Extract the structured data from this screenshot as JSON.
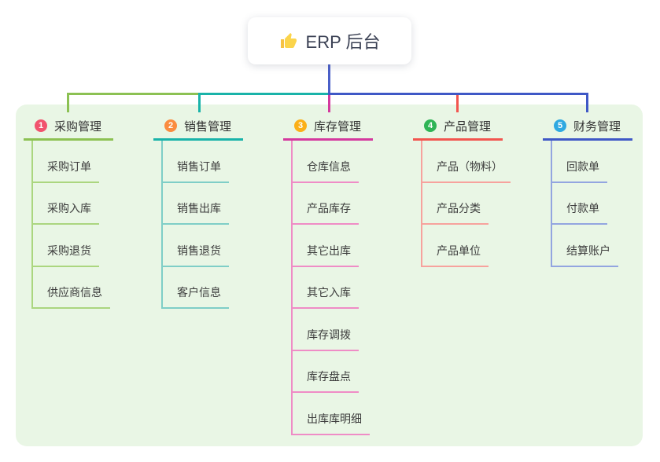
{
  "root": {
    "label": "ERP 后台",
    "icon": "thumbs-up-icon"
  },
  "canvas": {
    "background": "#e9f6e5"
  },
  "connector": {
    "root_stem_color": "#4a5fc8"
  },
  "branches": [
    {
      "number": "1",
      "label": "采购管理",
      "children": [
        "采购订单",
        "采购入库",
        "采购退货",
        "供应商信息"
      ],
      "colors": {
        "badge": "#f1536e",
        "main": "#8cc153",
        "light": "#abd67f"
      }
    },
    {
      "number": "2",
      "label": "销售管理",
      "children": [
        "销售订单",
        "销售出库",
        "销售退货",
        "客户信息"
      ],
      "colors": {
        "badge": "#fa8c40",
        "main": "#19b3a9",
        "light": "#7fcec7"
      }
    },
    {
      "number": "3",
      "label": "库存管理",
      "children": [
        "仓库信息",
        "产品库存",
        "其它出库",
        "其它入库",
        "库存调拨",
        "库存盘点",
        "出库库明细"
      ],
      "colors": {
        "badge": "#fbaf18",
        "main": "#d4399e",
        "light": "#ef8cc6"
      }
    },
    {
      "number": "4",
      "label": "产品管理",
      "children": [
        "产品（物料）",
        "产品分类",
        "产品单位"
      ],
      "colors": {
        "badge": "#2fb456",
        "main": "#f2554f",
        "light": "#f7a29d"
      }
    },
    {
      "number": "5",
      "label": "财务管理",
      "children": [
        "回款单",
        "付款单",
        "结算账户"
      ],
      "colors": {
        "badge": "#2fa9e1",
        "main": "#3f58c6",
        "light": "#93a5e0"
      }
    }
  ]
}
